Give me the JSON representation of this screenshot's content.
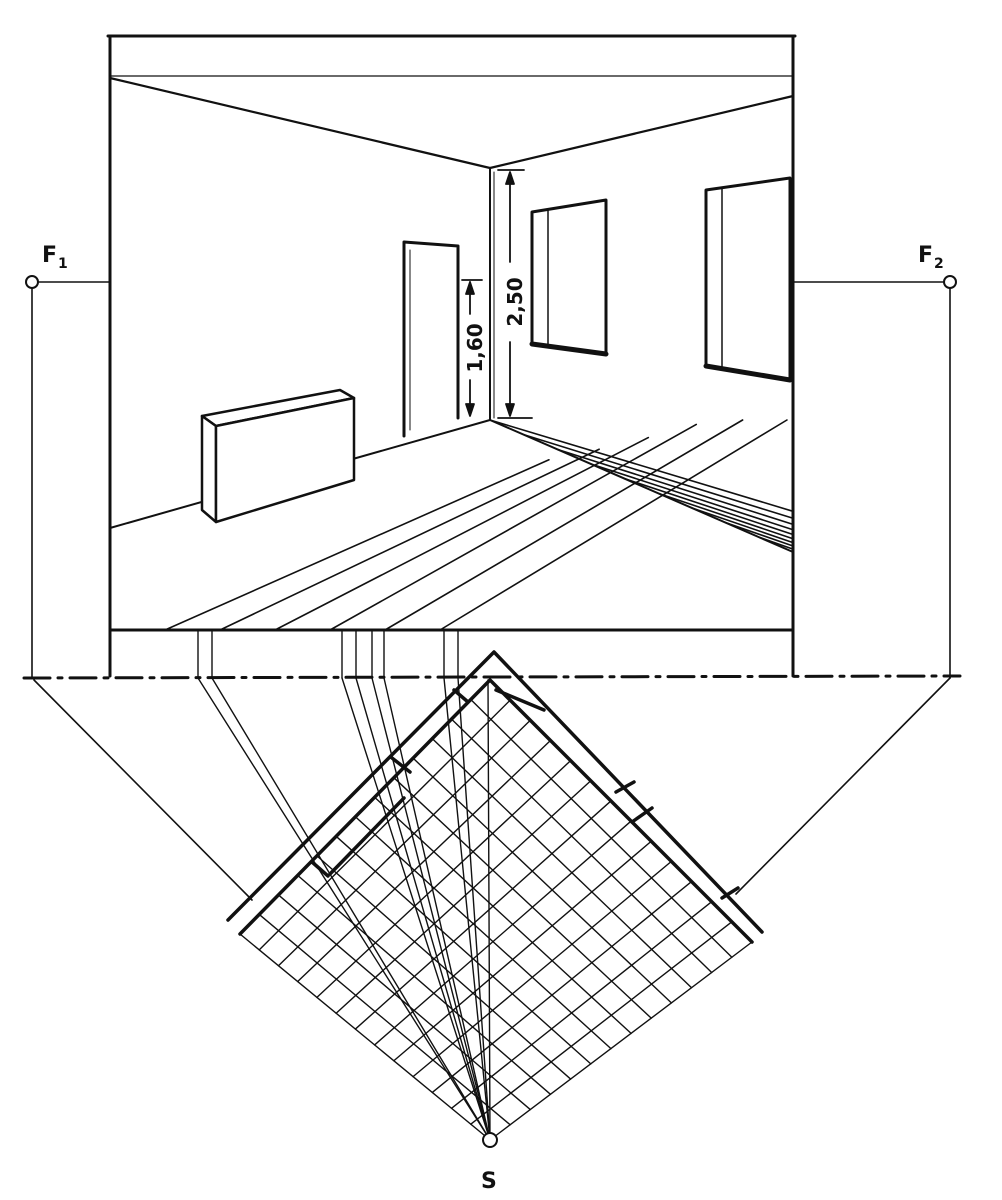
{
  "labels": {
    "f1": "F",
    "f1_sub": "1",
    "f2": "F",
    "f2_sub": "2",
    "s": "S"
  },
  "dimensions": {
    "height_total": "2,50",
    "height_door": "1,60"
  },
  "colors": {
    "ink": "#111111",
    "paper": "#ffffff"
  },
  "grid": {
    "cells_per_side": 13
  }
}
